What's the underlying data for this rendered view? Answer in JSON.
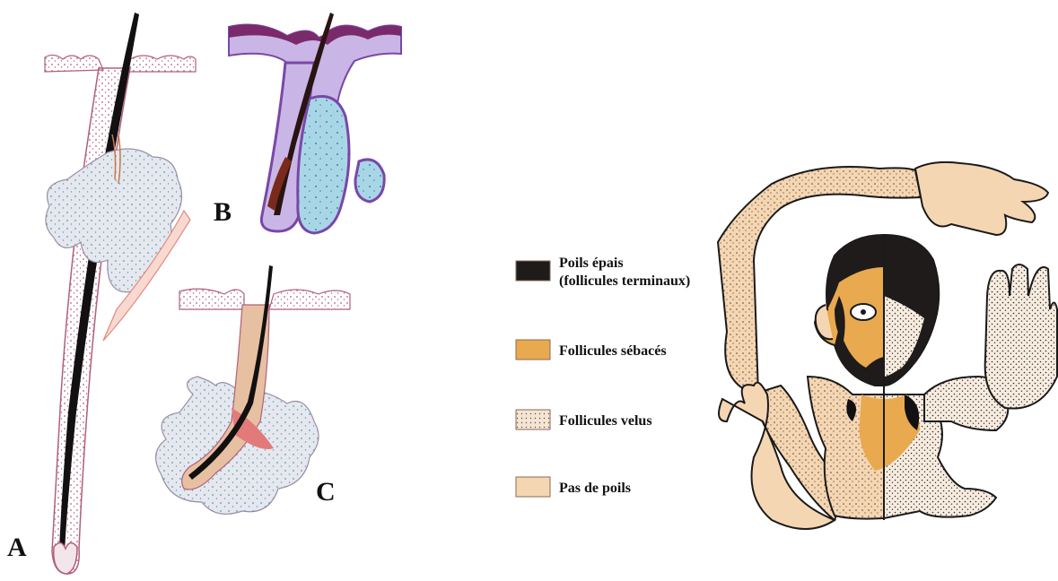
{
  "panels": {
    "a_label": "A",
    "b_label": "B",
    "c_label": "C"
  },
  "legend": {
    "items": [
      {
        "label_line1": "Poils épais",
        "label_line2": "(follicules terminaux)",
        "color": "#1e1b1a",
        "pattern": "solid"
      },
      {
        "label_line1": "Follicules sébacés",
        "label_line2": "",
        "color": "#e9a94f",
        "pattern": "solid"
      },
      {
        "label_line1": "Follicules velus",
        "label_line2": "",
        "color": "#f3e4d3",
        "pattern": "dotted"
      },
      {
        "label_line1": "Pas de poils",
        "label_line2": "",
        "color": "#f5d6b3",
        "pattern": "solid"
      }
    ]
  },
  "colors": {
    "epidermis": "#b0607a",
    "gland": "#e6e7ef",
    "gland_dots": "#4aa0a8",
    "hair": "#121010",
    "stain_purple": "#7a47a8",
    "stain_pink": "#c9b6e6",
    "gland_blue": "#a9d6e6",
    "skin_tan": "#f5d6b3",
    "sebaceous": "#e9a94f"
  }
}
